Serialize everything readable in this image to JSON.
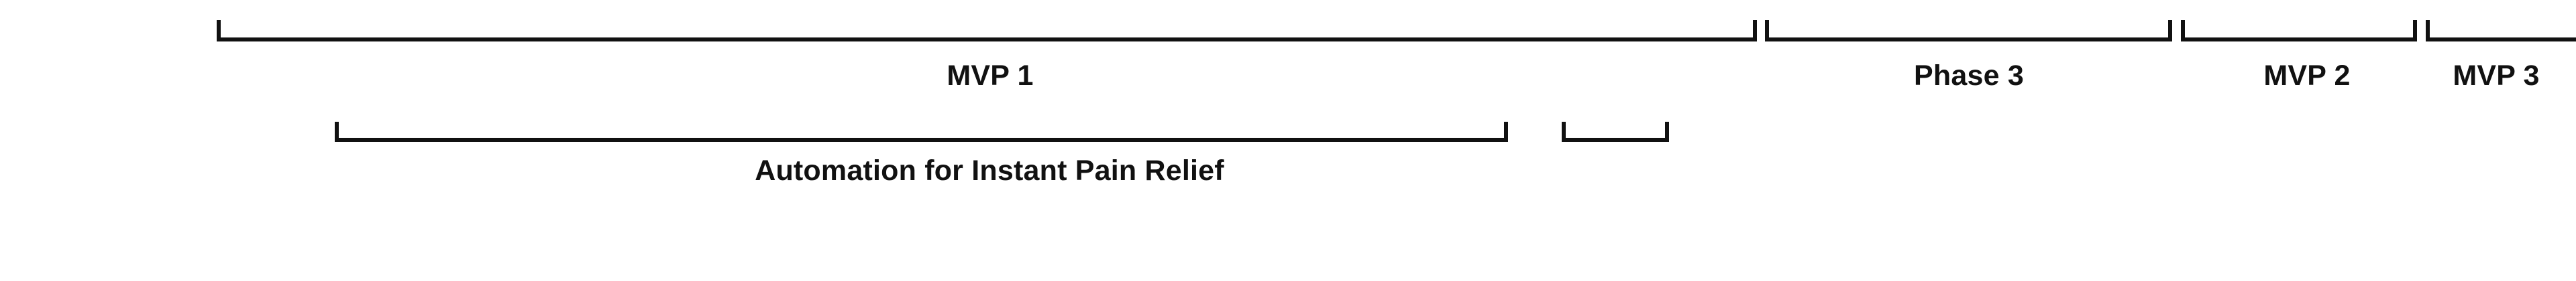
{
  "timeline": {
    "top_row": [
      {
        "label": "MVP 1"
      },
      {
        "label": "Phase 3"
      },
      {
        "label": "MVP 2"
      },
      {
        "label": "MVP 3"
      }
    ],
    "second_row": [
      {
        "label": "Automation for Instant Pain Relief"
      },
      {
        "label": ""
      }
    ]
  }
}
